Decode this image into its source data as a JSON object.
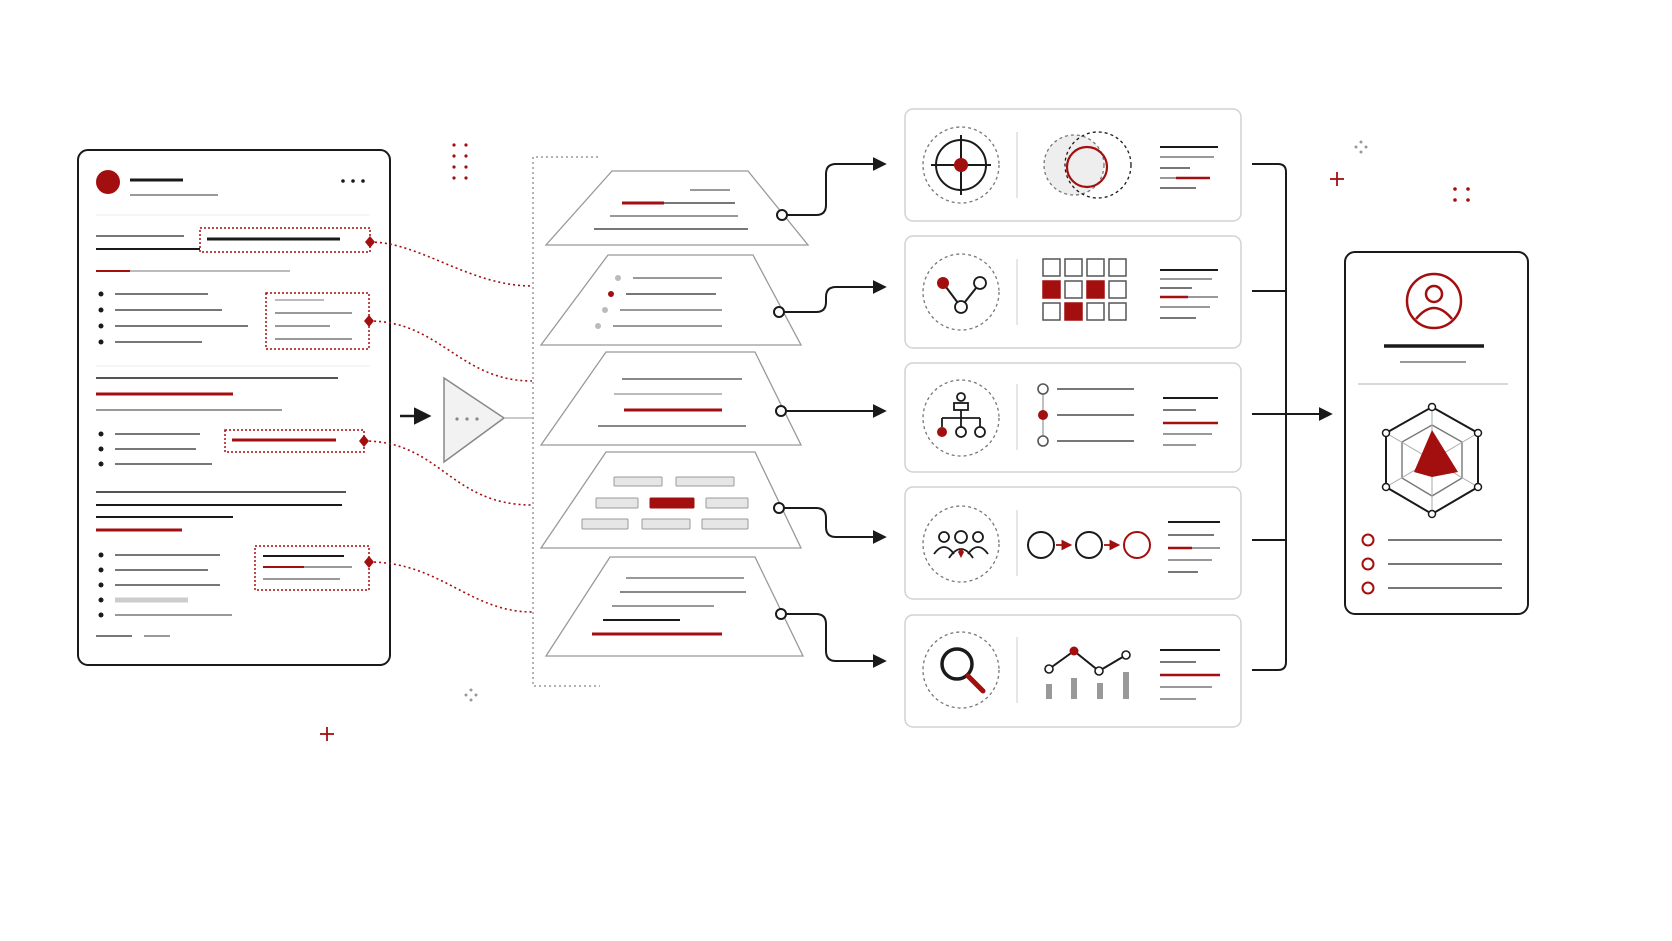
{
  "colors": {
    "accent": "#a30f0f",
    "ink": "#1a1a1a",
    "line_gray": "#b3b3b3",
    "dark_gray": "#555555",
    "panel_border": "#d2d2d2"
  },
  "resume_panel": {
    "icons": [
      "avatar-dot",
      "more-options-icon"
    ],
    "highlighted_regions": 4
  },
  "funnel": {
    "icon": "funnel-icon"
  },
  "layers": [
    {
      "name": "layer-text"
    },
    {
      "name": "layer-list"
    },
    {
      "name": "layer-text"
    },
    {
      "name": "layer-grid"
    },
    {
      "name": "layer-text"
    }
  ],
  "analysis_cards": [
    {
      "icon": "target-icon",
      "visual": "overlap-circles"
    },
    {
      "icon": "branch-icon",
      "visual": "matrix-grid",
      "grid_filled": [
        4,
        6,
        9
      ]
    },
    {
      "icon": "hierarchy-icon",
      "visual": "timeline-list"
    },
    {
      "icon": "team-icon",
      "visual": "flow-circles"
    },
    {
      "icon": "search-icon",
      "visual": "line-bar-chart"
    }
  ],
  "profile_card": {
    "icons": [
      "user-icon",
      "radar-chart"
    ],
    "list_items": 3
  },
  "decorations": [
    "plus-icon",
    "dots-icon",
    "sparkle-icon"
  ]
}
